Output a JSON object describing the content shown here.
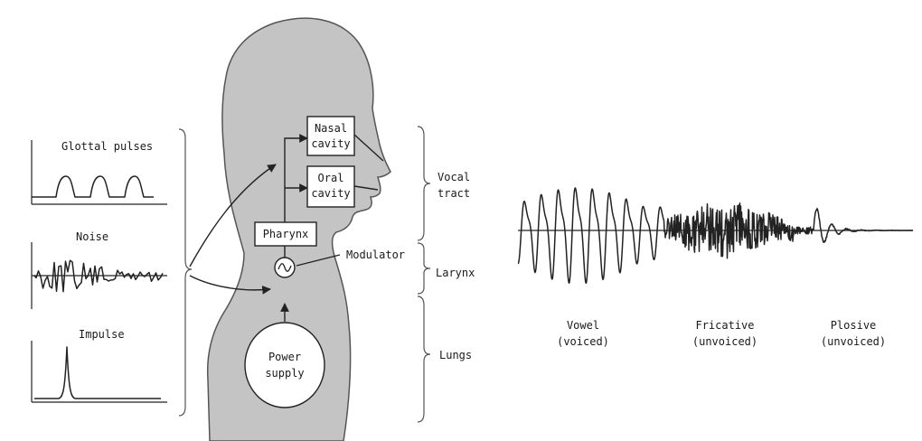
{
  "sources": {
    "glottal_pulses": "Glottal pulses",
    "noise": "Noise",
    "impulse": "Impulse"
  },
  "head": {
    "nasal_cavity": [
      "Nasal",
      "cavity"
    ],
    "oral_cavity": [
      "Oral",
      "cavity"
    ],
    "pharynx": "Pharynx",
    "modulator": "Modulator",
    "power_supply": [
      "Power",
      "supply"
    ]
  },
  "regions": {
    "vocal_tract": [
      "Vocal",
      "tract"
    ],
    "larynx": "Larynx",
    "lungs": "Lungs"
  },
  "waveform": {
    "vowel": [
      "Vowel",
      "(voiced)"
    ],
    "fricative": [
      "Fricative",
      "(unvoiced)"
    ],
    "plosive": [
      "Plosive",
      "(unvoiced)"
    ]
  },
  "colors": {
    "silhouette": "#c4c4c4",
    "silhouette_outline": "#555555",
    "ink": "#222222"
  },
  "icons": {
    "modulator": "sine-wave-circle-icon"
  }
}
